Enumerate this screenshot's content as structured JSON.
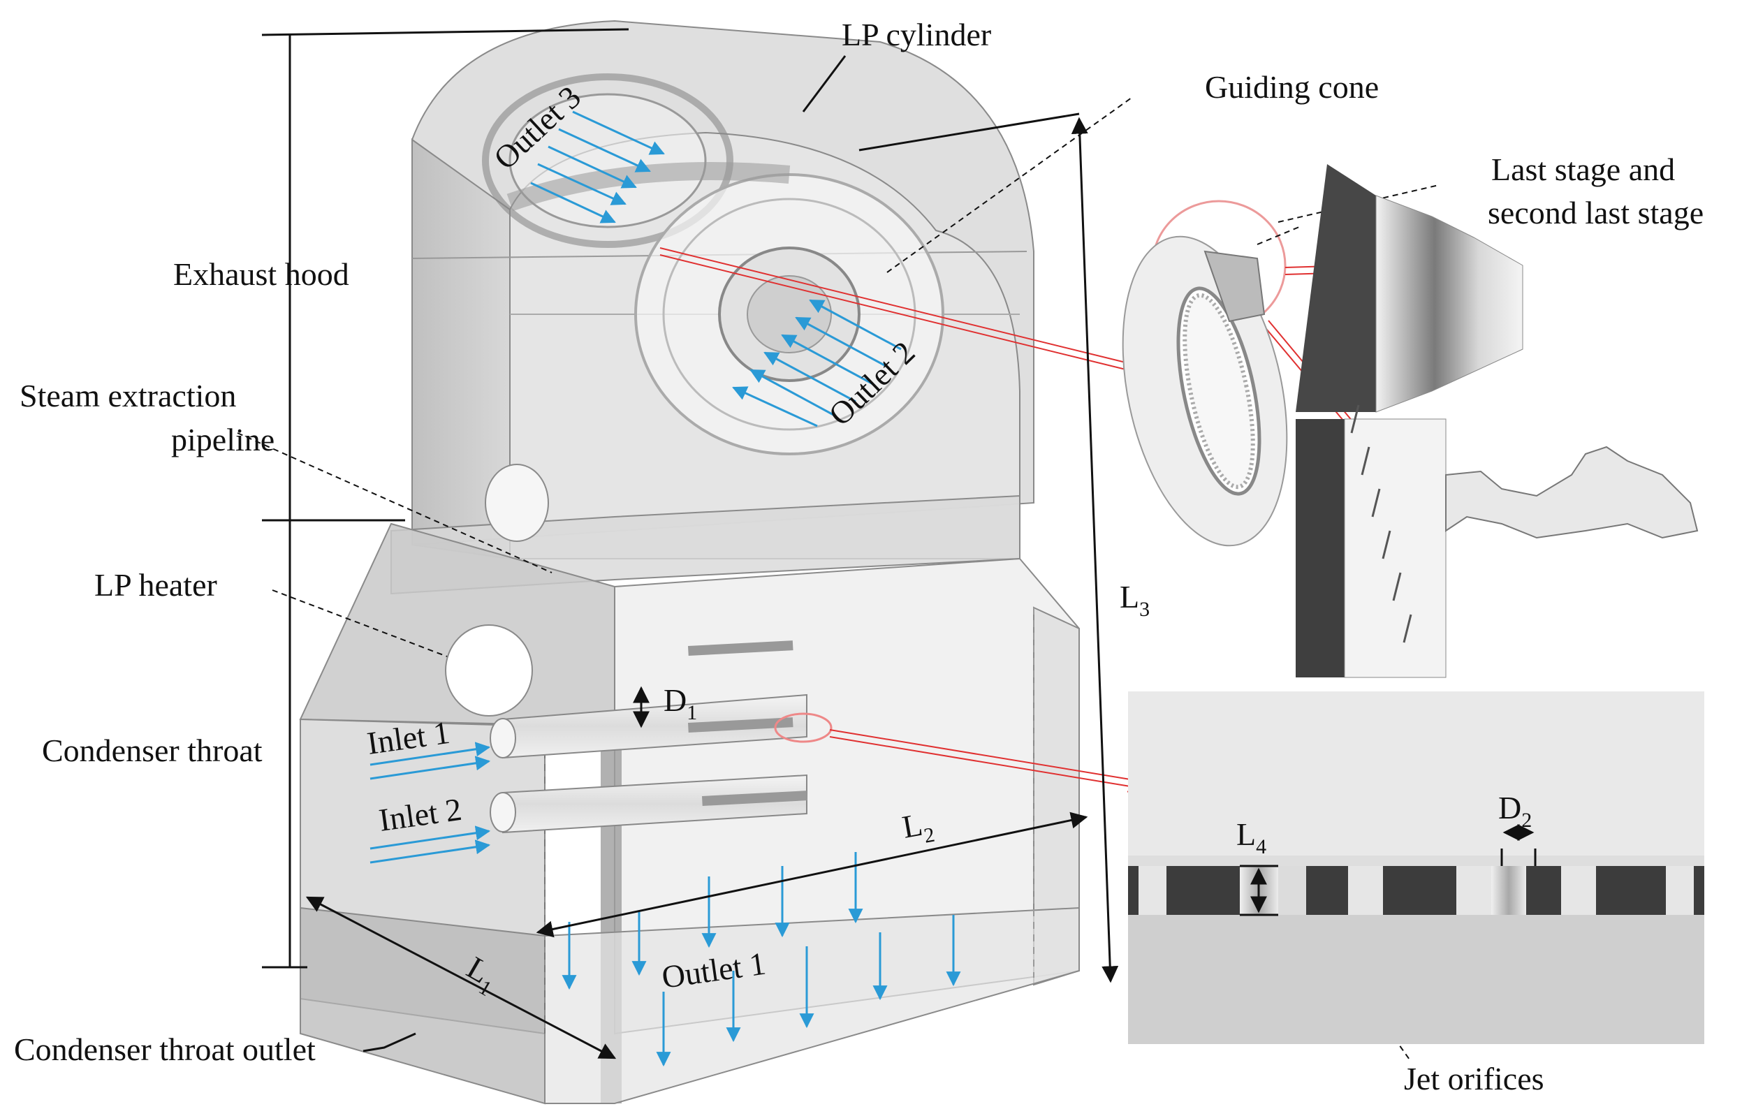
{
  "labels": {
    "lp_cylinder": "LP cylinder",
    "guiding_cone": "Guiding cone",
    "last_stage_line1": "Last stage and",
    "last_stage_line2": "second last stage",
    "exhaust_hood": "Exhaust hood",
    "steam_extraction_line1": "Steam extraction",
    "steam_extraction_line2": "pipeline",
    "lp_heater": "LP heater",
    "condenser_throat": "Condenser throat",
    "condenser_throat_outlet": "Condenser throat outlet",
    "jet_orifices": "Jet orifices",
    "outlet_1": "Outlet 1",
    "outlet_2": "Outlet 2",
    "outlet_3": "Outlet 3",
    "inlet_1": "Inlet 1",
    "inlet_2": "Inlet 2"
  },
  "dimensions": {
    "d1": {
      "symbol": "D",
      "sub": "1"
    },
    "d2": {
      "symbol": "D",
      "sub": "2"
    },
    "l1": {
      "symbol": "L",
      "sub": "1"
    },
    "l2": {
      "symbol": "L",
      "sub": "2"
    },
    "l3": {
      "symbol": "L",
      "sub": "3"
    },
    "l4": {
      "symbol": "L",
      "sub": "4"
    }
  },
  "colors": {
    "flow_arrow": "#2a9ad6",
    "highlight": "#e03030",
    "outline": "#1a1a1a"
  }
}
